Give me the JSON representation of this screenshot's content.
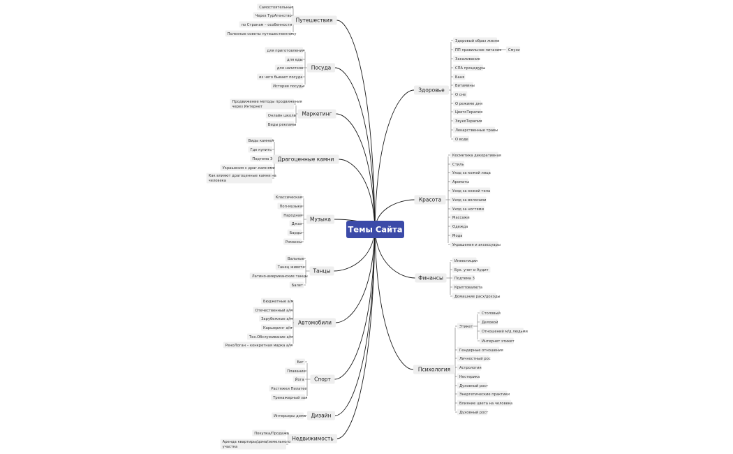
{
  "center": "Темы Сайта",
  "colors": {
    "center": "#3b4aa8",
    "connector": "#1a1a1a"
  },
  "left": [
    {
      "label": "Путешествия",
      "children": [
        "Самостоятельные",
        "Через ТурАгенство",
        "по Странам – особенности",
        "Полезные советы путешественнику"
      ]
    },
    {
      "label": "Посуда",
      "children": [
        "для приготовления",
        "для еды",
        "для напитков",
        "из чего бывает посуда",
        "История посуды"
      ]
    },
    {
      "label": "Маркетинг",
      "children": [
        [
          "Продвижение методы продвижения",
          "через Интернет"
        ],
        "Онлайн школа",
        "Виды рекламы"
      ]
    },
    {
      "label": "Драгоценные камни",
      "children": [
        "Виды камней",
        "Где купить",
        "Подтема 3",
        "Украшения с драг.камнями",
        [
          "Как влияют драгоценные камни на",
          "человека"
        ]
      ]
    },
    {
      "label": "Музыка",
      "children": [
        "Классическая",
        "Поп-музыка",
        "Народная",
        "Джаз",
        "Барды",
        "Романсы"
      ]
    },
    {
      "label": "Танцы",
      "children": [
        "Вальные",
        "Танец живота",
        "Латино-американские танцы",
        "Балет"
      ]
    },
    {
      "label": "Автомобили",
      "children": [
        "Бюджетные а/м",
        "Отечественный а/м",
        "Зарубежные а/м",
        "Каршеринг а/м",
        "Тех.Обслуживание а/м",
        "РеноЛоган – конкретная марка а/м"
      ]
    },
    {
      "label": "Спорт",
      "children": [
        "Бег",
        "Плавание",
        "Йога",
        "Растяжки Пилатес",
        "Тренажерный зал"
      ]
    },
    {
      "label": "Дизайн",
      "children": [
        "Интерьеры дома"
      ]
    },
    {
      "label": "Недвижимость",
      "children": [
        "Покупка/Продажа",
        [
          "Аренда квартиры/дома/земельного",
          "участка"
        ]
      ]
    }
  ],
  "right": [
    {
      "label": "Здоровье",
      "children": [
        "Здоровый образ жизни",
        "ПП правильное питание",
        "Закаливание",
        "СПА процедуры",
        "Баня",
        "Витамины",
        "О сне",
        "О режиме дня",
        "ЦветоТерапия",
        "ЗвукоТерапия",
        "Лекарственные травы",
        "О воде"
      ],
      "extra": "Смузи"
    },
    {
      "label": "Красота",
      "children": [
        "Косметика декоративная",
        "Стиль",
        "Уход за кожей лица",
        "Ароматы",
        "Уход за кожей тела",
        "Уход за волосами",
        "Уход за ногтями",
        "Массажи",
        "Одежда",
        "Мода",
        "Украшения и аксессуары"
      ]
    },
    {
      "label": "Финансы",
      "children": [
        "Инвестиции",
        "Бух. учет и Аудит",
        "Подтема 3",
        "Криптовалюта",
        "Домашние расх/доходы"
      ]
    },
    {
      "label": "Психология",
      "etiquette": {
        "label": "Этикет",
        "children": [
          "Столовый",
          "Деловой",
          "Отношений м/д людьми",
          "Интернет этикет"
        ]
      },
      "children": [
        "Гендерные отношения",
        "Личностный рос",
        "Астрология",
        "Нестерика",
        "Духовный рост",
        "Энергетические практики",
        "Влияние цвета на человека",
        "Духовный рост"
      ]
    }
  ]
}
